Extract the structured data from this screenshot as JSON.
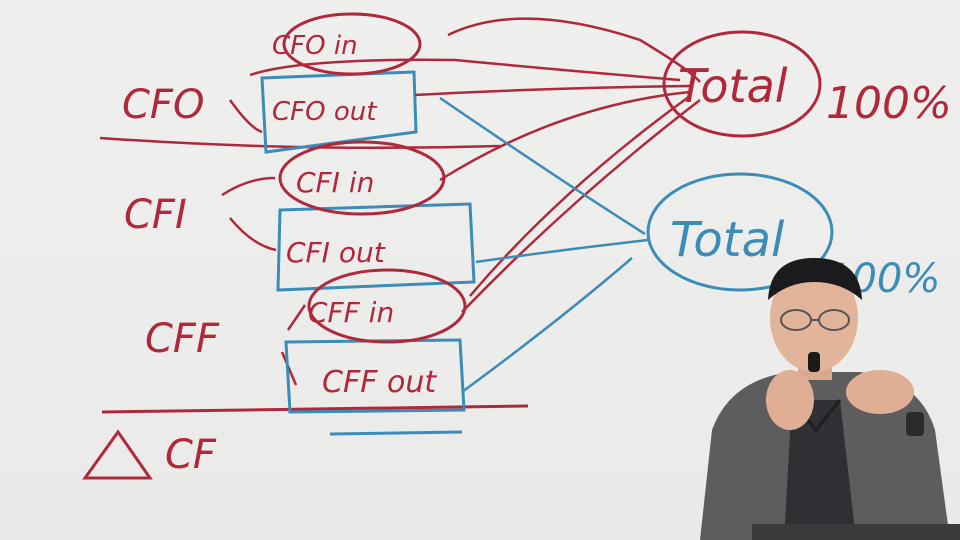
{
  "colors": {
    "board": "#ececea",
    "red_marker": "#b0283c",
    "blue_marker": "#3c8cb8"
  },
  "labels": {
    "cfo": "CFO",
    "cfi": "CFI",
    "cff": "CFF",
    "delta_cf": "CF"
  },
  "boxes": {
    "cfo_in": "CFO in",
    "cfo_out": "CFO out",
    "cfi_in": "CFI in",
    "cfi_out": "CFI out",
    "cff_in": "CFF in",
    "cff_out": "CFF out"
  },
  "totals": {
    "inflow_total": "Total",
    "inflow_percent": "100%",
    "outflow_total": "Total",
    "outflow_percent": "100%"
  },
  "person": {
    "description_icon": "lecturer-icon"
  }
}
